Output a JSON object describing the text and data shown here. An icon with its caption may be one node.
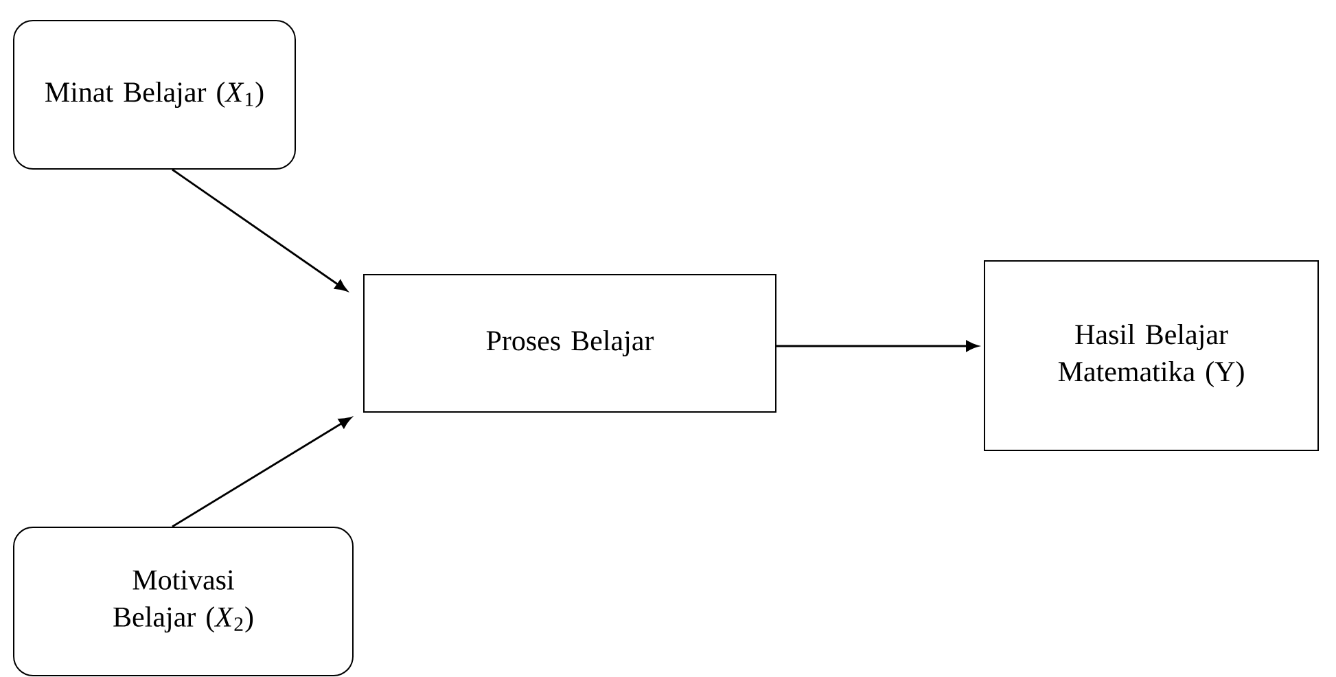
{
  "diagram": {
    "nodes": [
      {
        "text": [
          "Minat Belajar (*X*$_{1}$)"
        ]
      },
      {
        "text": [
          "Proses Belajar"
        ]
      },
      {
        "text": [
          "Hasil Belajar Matematika (Y)"
        ]
      },
      {
        "text": [
          "Motivasi Belajar (*X*$_{2}$)"
        ]
      }
    ],
    "edges": [
      {
        "from": 0,
        "to": 1,
        "arrow": "to"
      },
      {
        "from": 3,
        "to": 1,
        "arrow": "to"
      },
      {
        "from": 1,
        "to": 2,
        "arrow": "to"
      }
    ]
  }
}
